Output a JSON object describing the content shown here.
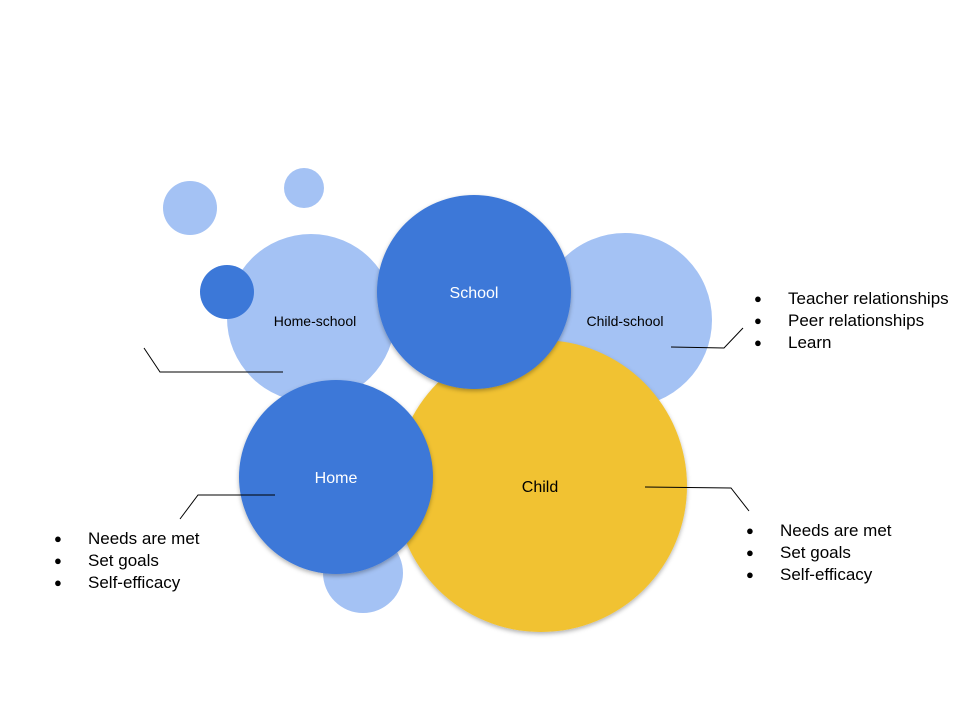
{
  "colors": {
    "dark_blue": "#3c78d8",
    "light_blue": "#a4c2f4",
    "yellow": "#f1c232",
    "line": "#000000"
  },
  "circles": {
    "school": "School",
    "home": "Home",
    "child": "Child",
    "home_school": "Home-school",
    "child_school": "Child-school"
  },
  "lists": {
    "child_school": [
      "Teacher relationships",
      "Peer relationships",
      "Learn"
    ],
    "home": [
      "Needs are met",
      "Set goals",
      "Self-efficacy"
    ],
    "child": [
      "Needs are met",
      "Set goals",
      "Self-efficacy"
    ]
  }
}
